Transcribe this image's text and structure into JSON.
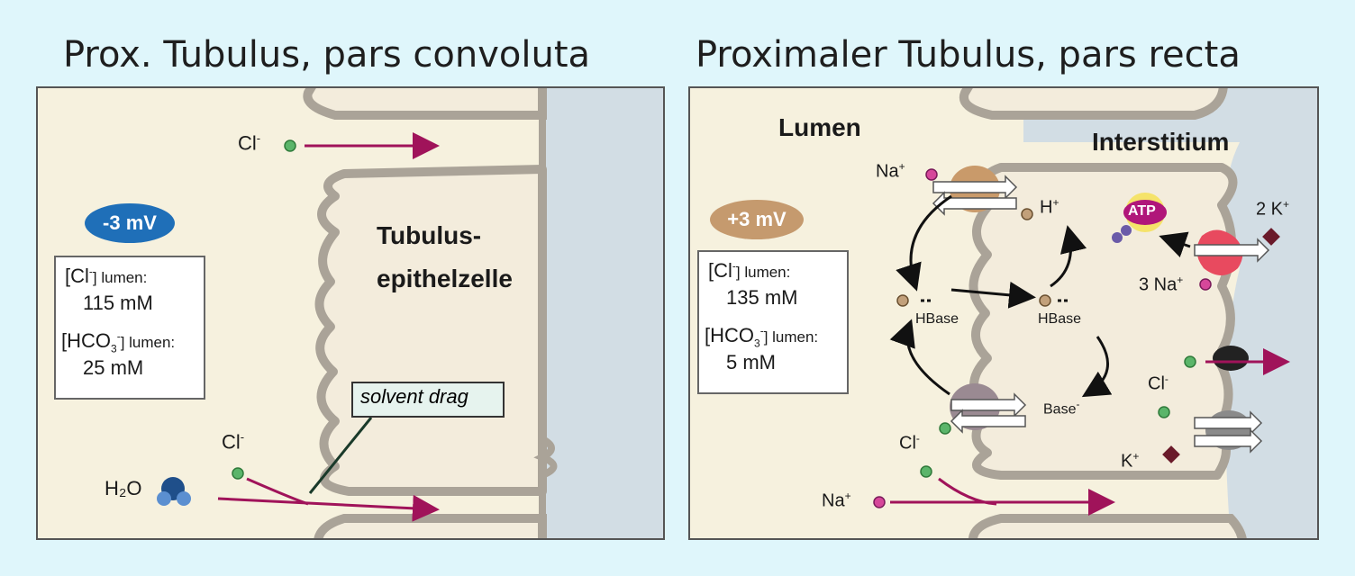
{
  "titles": {
    "left": "Prox. Tubulus, pars convoluta",
    "right": "Proximaler Tubulus, pars recta"
  },
  "left_panel": {
    "potential": "-3 mV",
    "box": {
      "cl_label": "[Cl",
      "cl_sup": "-",
      "cl_rest": "] lumen:",
      "cl_value": "115 mM",
      "hco3_label": "[HCO",
      "hco3_sub": "3",
      "hco3_sup": "-",
      "hco3_rest": "] lumen:",
      "hco3_value": "25 mM"
    },
    "cell_label_1": "Tubulus-",
    "cell_label_2": "epithelzelle",
    "ions": {
      "cl_top": "Cl",
      "cl_top_sup": "-",
      "cl_bottom": "Cl",
      "cl_bottom_sup": "-",
      "h2o": "H₂O"
    },
    "callout": "solvent drag"
  },
  "right_panel": {
    "lumen_label": "Lumen",
    "interstitium_label": "Interstitium",
    "potential": "+3 mV",
    "box": {
      "cl_label": "[Cl",
      "cl_sup": "-",
      "cl_rest": "] lumen:",
      "cl_value": "135 mM",
      "hco3_label": "[HCO",
      "hco3_sub": "3",
      "hco3_sup": "-",
      "hco3_rest": "] lumen:",
      "hco3_value": "5 mM"
    },
    "ions": {
      "na_top": "Na",
      "na_top_sup": "+",
      "h": "H",
      "h_sup": "+",
      "hbase_left": "HBase",
      "hbase_right": "HBase",
      "base": "Base",
      "base_sup": "-",
      "cl_lumen": "Cl",
      "cl_lumen_sup": "-",
      "na_bottom": "Na",
      "na_bottom_sup": "+",
      "two_k": "2 K",
      "two_k_sup": "+",
      "three_na": "3 Na",
      "three_na_sup": "+",
      "atp": "ATP",
      "cl_inter": "Cl",
      "cl_inter_sup": "-",
      "k": "K",
      "k_sup": "+"
    }
  },
  "colors": {
    "background": "#dff6fb",
    "lumen": "#f6f1de",
    "interstitium": "#d2dde4",
    "membrane": "#aaa398",
    "arrow": "#a0135a",
    "neg_badge": "#1f6fb8",
    "pos_badge": "#c59a6e"
  }
}
